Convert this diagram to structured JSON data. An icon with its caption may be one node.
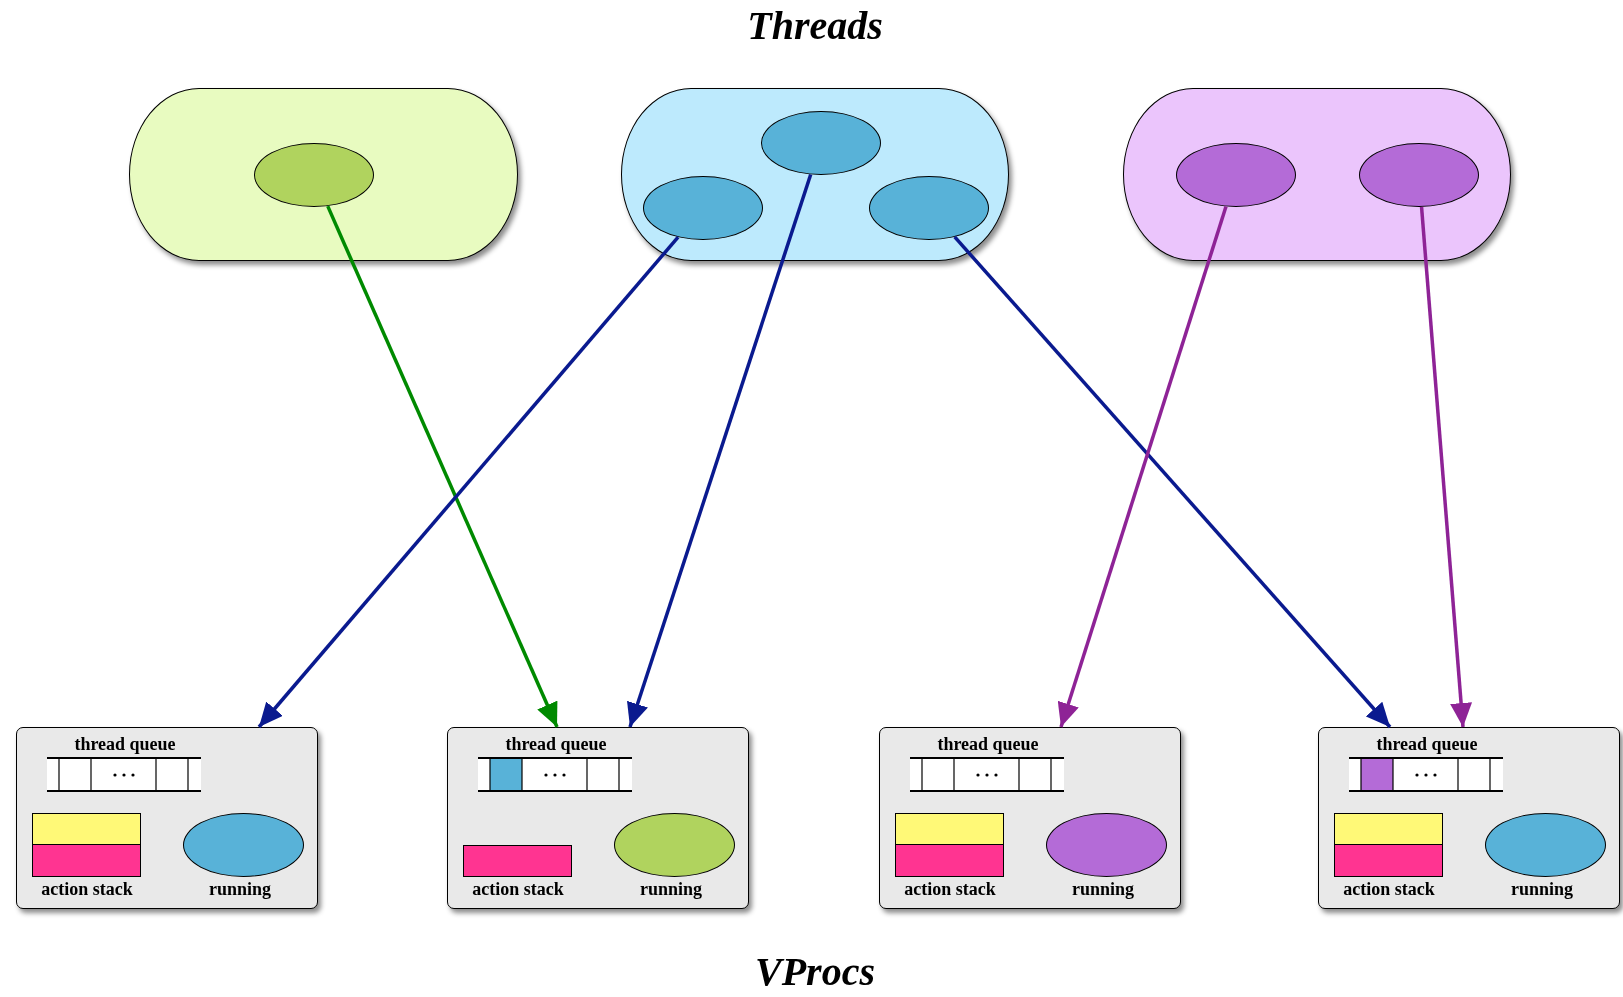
{
  "diagram": {
    "title": "Threads",
    "caption": "VProcs",
    "nodes": [
      {
        "text": [],
        "shape": "capsule"
      },
      {
        "text": [],
        "shape": "ellipse",
        "in": 0
      },
      {
        "text": [],
        "shape": "capsule"
      },
      {
        "text": [],
        "shape": "ellipse",
        "in": 2
      },
      {
        "text": [],
        "shape": "ellipse",
        "in": 2
      },
      {
        "text": [],
        "shape": "ellipse",
        "in": 2
      },
      {
        "text": [],
        "shape": "capsule"
      },
      {
        "text": [],
        "shape": "ellipse",
        "in": 6
      },
      {
        "text": [],
        "shape": "ellipse",
        "in": 6
      },
      {
        "text": [],
        "shape": "box"
      },
      {
        "text": [
          "thread queue"
        ],
        "in": 9
      },
      {
        "text": [
          "action stack"
        ],
        "in": 9
      },
      {
        "text": [
          "running"
        ],
        "in": 9
      },
      {
        "text": [],
        "shape": "box"
      },
      {
        "text": [
          "thread queue"
        ],
        "in": 13
      },
      {
        "text": [
          "action stack"
        ],
        "in": 13
      },
      {
        "text": [
          "running"
        ],
        "in": 13
      },
      {
        "text": [],
        "shape": "box"
      },
      {
        "text": [
          "thread queue"
        ],
        "in": 17
      },
      {
        "text": [
          "action stack"
        ],
        "in": 17
      },
      {
        "text": [
          "running"
        ],
        "in": 17
      },
      {
        "text": [],
        "shape": "box"
      },
      {
        "text": [
          "thread queue"
        ],
        "in": 21
      },
      {
        "text": [
          "action stack"
        ],
        "in": 21
      },
      {
        "text": [
          "running"
        ],
        "in": 21
      }
    ],
    "edges": [
      {
        "from": 1,
        "to": 13,
        "arrow": "to",
        "color": "#008a00"
      },
      {
        "from": 3,
        "to": 9,
        "arrow": "to"
      },
      {
        "from": 4,
        "to": 13,
        "arrow": "to"
      },
      {
        "from": 5,
        "to": 21,
        "arrow": "to"
      },
      {
        "from": 7,
        "to": 17,
        "arrow": "to",
        "color": "#8e2396"
      },
      {
        "from": 8,
        "to": 21,
        "arrow": "to",
        "color": "#8e2396"
      }
    ]
  }
}
